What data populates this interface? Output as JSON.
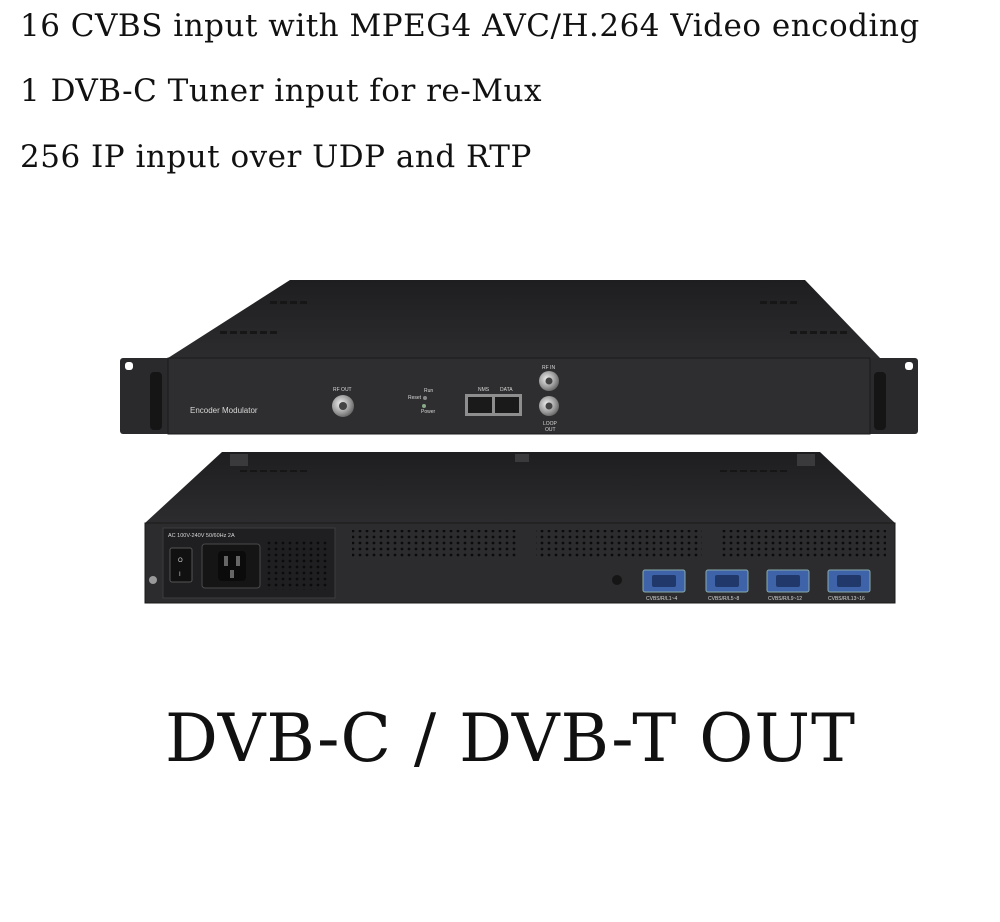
{
  "headlines": {
    "line1": "16 CVBS input with MPEG4 AVC/H.264 Video encoding",
    "line2": "1 DVB-C Tuner input for re-Mux",
    "line3": "256 IP input over UDP and RTP"
  },
  "front_panel": {
    "brand_label": "Encoder Modulator",
    "rf_out": "RF OUT",
    "reset": "Reset",
    "run": "Run",
    "power": "Power",
    "nms": "NMS",
    "data": "DATA",
    "rf_in": "RF IN",
    "loop_out_1": "LOOP",
    "loop_out_2": "OUT"
  },
  "rear_panel": {
    "power_rating": "AC 100V-240V 50/60Hz 2A",
    "switch_off": "O",
    "switch_on": "I",
    "ports": [
      "CVBS/R/L1~4",
      "CVBS/R/L5~8",
      "CVBS/R/L9~12",
      "CVBS/R/L13~16"
    ]
  },
  "output_label": "DVB-C / DVB-T OUT",
  "colors": {
    "chassis": "#2b2b2d",
    "chassis_top": "#232325",
    "connector_blue": "#3f63a8",
    "text": "#111111"
  }
}
